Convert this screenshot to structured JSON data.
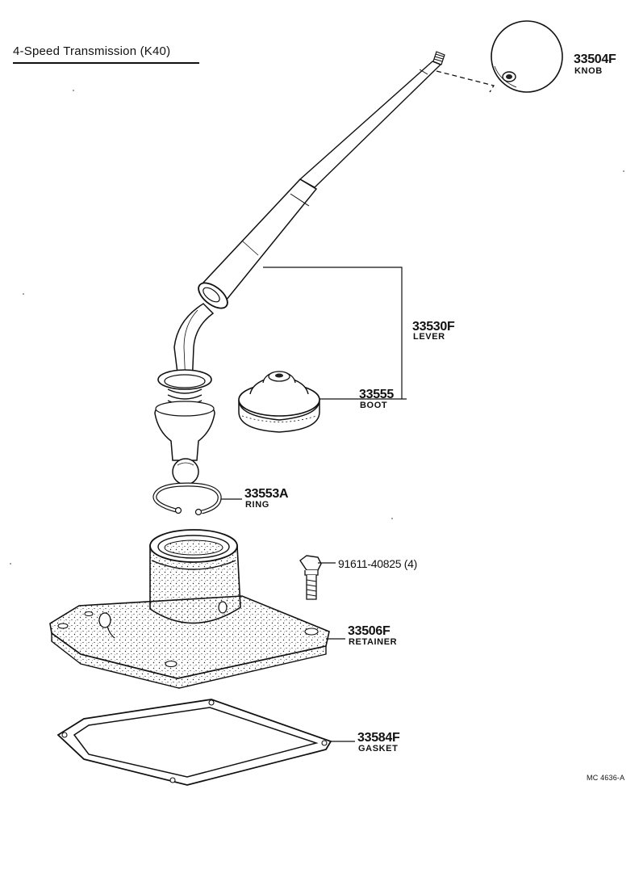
{
  "title": "4-Speed Transmission (K40)",
  "drawing_ref": "MC 4636-A",
  "parts": [
    {
      "id": "knob",
      "number": "33504F",
      "name": "KNOB"
    },
    {
      "id": "lever",
      "number": "33530F",
      "name": "LEVER"
    },
    {
      "id": "boot",
      "number": "33555",
      "name": "BOOT"
    },
    {
      "id": "ring",
      "number": "33553A",
      "name": "RING"
    },
    {
      "id": "bolt",
      "number": "91611-40825 (4)",
      "name": ""
    },
    {
      "id": "retainer",
      "number": "33506F",
      "name": "RETAINER"
    },
    {
      "id": "gasket",
      "number": "33584F",
      "name": "GASKET"
    }
  ]
}
